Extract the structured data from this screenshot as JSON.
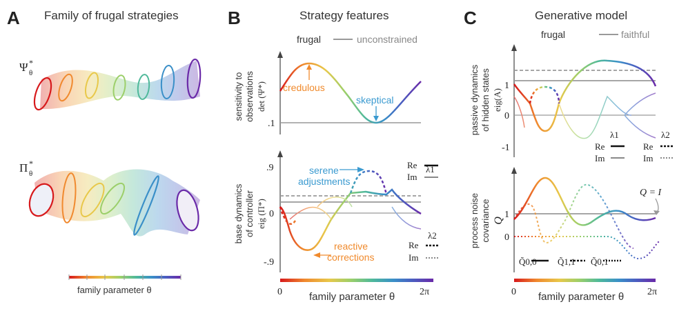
{
  "panels": {
    "a": {
      "label": "A",
      "title": "Family of frugal strategies",
      "psi_label": "Ψ",
      "psi_sup": "*",
      "psi_sub": "θ",
      "pi_label": "Π",
      "pi_sup": "*",
      "pi_sub": "θ",
      "colorbar_label": "family parameter θ"
    },
    "b": {
      "label": "B",
      "title": "Strategy features",
      "legend_frugal": "frugal",
      "legend_unconstrained": "unconstrained",
      "top_ylabel_1": "sensitivity to",
      "top_ylabel_2": "observations",
      "top_ylabel_3": "det (Ψ*)",
      "top_tick": ".1",
      "ann_credulous": "credulous",
      "ann_skeptical": "skeptical",
      "bot_ylabel_1": "base dynamics",
      "bot_ylabel_2": "of controller",
      "bot_ylabel_3": "eig (Π*)",
      "bot_tick_top": ".9",
      "bot_tick_mid": "0",
      "bot_tick_bot": "-.9",
      "ann_serene_1": "serene",
      "ann_serene_2": "adjustments",
      "ann_reactive_1": "reactive",
      "ann_reactive_2": "corrections",
      "lambda1": "λ1",
      "lambda2": "λ2",
      "re": "Re",
      "im": "Im",
      "x_tick_0": "0",
      "x_tick_2pi": "2π",
      "x_label": "family parameter θ"
    },
    "c": {
      "label": "C",
      "title": "Generative model",
      "legend_frugal": "frugal",
      "legend_faithful": "faithful",
      "top_ylabel_1": "passive dynamics",
      "top_ylabel_2": "of hidden states",
      "top_ylabel_3": "eig(A)",
      "top_tick_1": "1",
      "top_tick_0": "0",
      "top_tick_m1": "-1",
      "lambda1": "λ1",
      "lambda2": "λ2",
      "re": "Re",
      "im": "Im",
      "bot_ylabel_1": "process noise",
      "bot_ylabel_2": "covariance",
      "bot_ylabel_3": "Q",
      "bot_tick_1": "1",
      "bot_tick_0": "0",
      "q_label": "Q = I",
      "q00": "Q̃0,0",
      "q11": "Q̃1,1",
      "q01": "Q̃0,1",
      "x_tick_0": "0",
      "x_tick_2pi": "2π",
      "x_label": "family parameter θ"
    }
  },
  "colors": {
    "rainbow": [
      "#d7191c",
      "#f0892e",
      "#e8c84a",
      "#9ccf6a",
      "#4fb99a",
      "#3a8fc8",
      "#4a5fc1",
      "#6a2aa8"
    ],
    "gray": "#999999",
    "annot_orange": "#f08a2c",
    "annot_blue": "#3a9ad0"
  }
}
